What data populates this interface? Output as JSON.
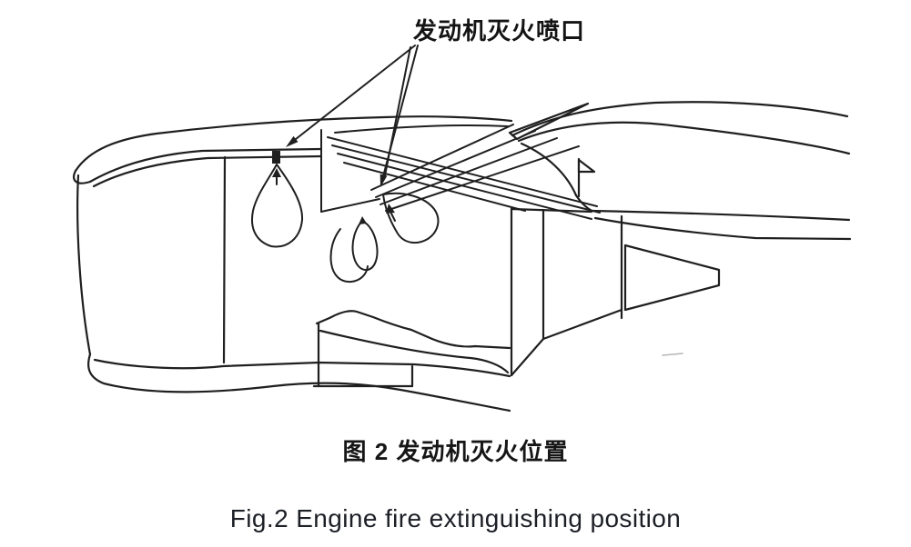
{
  "figure": {
    "annotation_label": "发动机灭火喷口",
    "caption_zh": "图 2 发动机灭火位置",
    "caption_en": "Fig.2 Engine fire extinguishing position"
  },
  "colors": {
    "ink": "#1f1f1f",
    "background": "#ffffff"
  }
}
